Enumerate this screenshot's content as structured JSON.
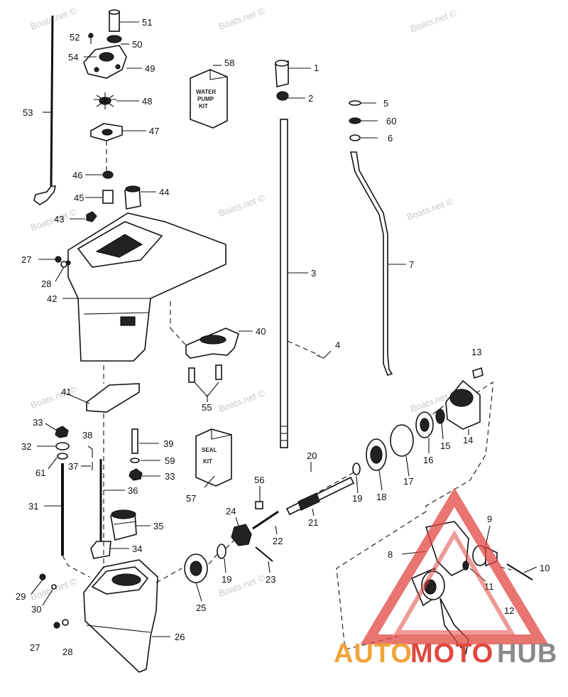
{
  "watermark": "Boats.net ©",
  "kits": {
    "water_pump": [
      "WATER",
      "PUMP",
      "KIT"
    ],
    "seal": [
      "SEAL",
      "KIT"
    ]
  },
  "logo": {
    "part1": "AUTO",
    "part2": "MOTO",
    "part3": "HUB",
    "colors": {
      "accent_red": "#e0473f",
      "accent_orange": "#f2a33a",
      "grey": "#8a8a8a"
    }
  },
  "callouts": {
    "c1": "1",
    "c2": "2",
    "c3": "3",
    "c4": "4",
    "c5": "5",
    "c6": "6",
    "c7": "7",
    "c8": "8",
    "c9": "9",
    "c10": "10",
    "c11": "11",
    "c12": "12",
    "c13": "13",
    "c14": "14",
    "c15": "15",
    "c16": "16",
    "c17": "17",
    "c18": "18",
    "c19a": "19",
    "c19b": "19",
    "c20": "20",
    "c21": "21",
    "c22": "22",
    "c23": "23",
    "c24": "24",
    "c25": "25",
    "c26": "26",
    "c27a": "27",
    "c27b": "27",
    "c28a": "28",
    "c28b": "28",
    "c29": "29",
    "c30": "30",
    "c31": "31",
    "c32": "32",
    "c33a": "33",
    "c33b": "33",
    "c34": "34",
    "c35": "35",
    "c36": "36",
    "c37": "37",
    "c38": "38",
    "c39": "39",
    "c40": "40",
    "c41": "41",
    "c42": "42",
    "c43": "43",
    "c44": "44",
    "c45": "45",
    "c46": "46",
    "c47": "47",
    "c48": "48",
    "c49": "49",
    "c50": "50",
    "c51": "51",
    "c52": "52",
    "c53": "53",
    "c54": "54",
    "c55": "55",
    "c56": "56",
    "c57": "57",
    "c58": "58",
    "c59": "59",
    "c60": "60",
    "c61": "61"
  }
}
